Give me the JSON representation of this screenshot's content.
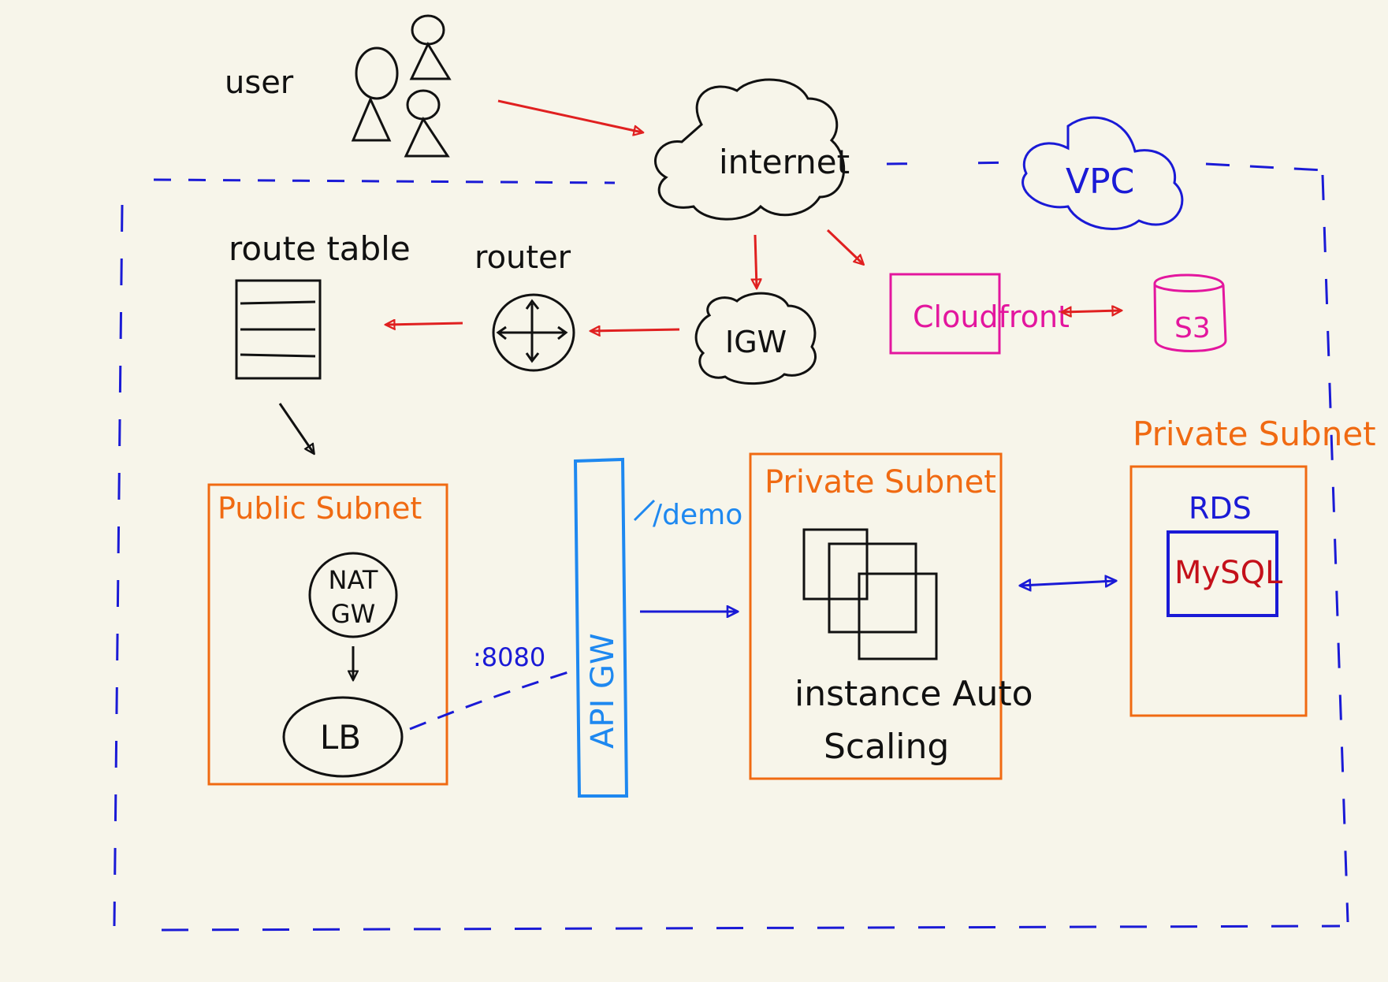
{
  "colors": {
    "background": "#f7f5ea",
    "black": "#111111",
    "red": "#e02020",
    "dark_red": "#c4101a",
    "vpc_blue": "#1a1ad6",
    "api_blue": "#1e88f0",
    "orange": "#f06a12",
    "magenta": "#e3169e"
  },
  "labels": {
    "user": "user",
    "internet": "internet",
    "vpc": "VPC",
    "route_table": "route table",
    "router": "router",
    "igw": "IGW",
    "cloudfront": "Cloudfront",
    "s3": "S3",
    "public_subnet": "Public Subnet",
    "nat_gw": "NAT",
    "nat_gw_2": "GW",
    "lb": "LB",
    "port": ":8080",
    "api_gw": "API GW",
    "demo_path": "/demo",
    "private_subnet_1": "Private Subnet",
    "instance_asg_1": "instance Auto",
    "instance_asg_2": "Scaling",
    "private_subnet_2": "Private Subnet",
    "rds": "RDS",
    "mysql": "MySQL"
  },
  "icons": [
    "user-icon",
    "cloud-icon",
    "table-icon",
    "router-icon",
    "bucket-icon",
    "instances-icon"
  ]
}
